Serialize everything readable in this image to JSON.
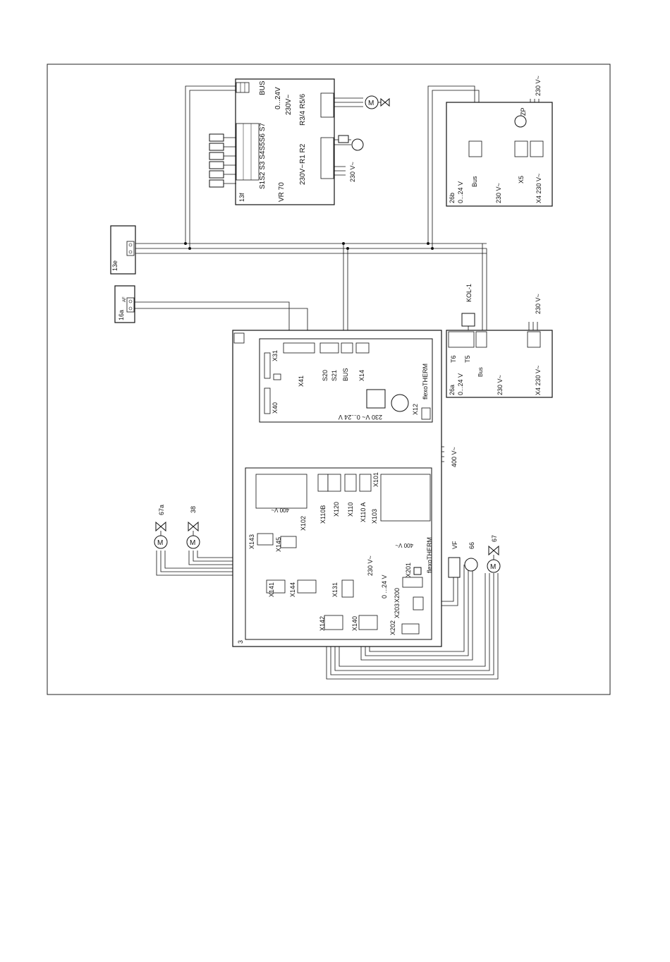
{
  "labels": {
    "vr70": {
      "id": "13f",
      "name": "VR 70",
      "bus": "BUS",
      "v024": "0...24V",
      "v230": "230V~",
      "r34_r56": "R3/4  R5/6",
      "r1_r2": "R1  R2",
      "sensors": "S1S2 S3 S4S5S6  S7",
      "v230b": "230V~",
      "ext_230": "230 V~"
    },
    "module_13e": "13e",
    "module_16a": "16a",
    "module_16a_af": "AF",
    "module_26b": {
      "id": "26b",
      "v024": "0...24 V",
      "bus": "Bus",
      "v230": "230 V~",
      "zp": "ZP",
      "x5": "X5",
      "x4": "X4  230 V~",
      "ext_230": "230 V~"
    },
    "module_26a": {
      "id": "26a",
      "v024": "0...24 V",
      "bus": "Bus",
      "t5": "T5",
      "t6": "T6",
      "v230": "230 V~",
      "x4": "X4  230 V~",
      "kol": "KOL-1",
      "ext_230": "230 V~"
    },
    "main": {
      "id": "3",
      "x31": "X31",
      "x41": "X41",
      "x40": "X40",
      "s20": "S20",
      "s21": "S21",
      "bus": "BUS",
      "x14": "X14",
      "x12": "X12",
      "flexo1": "flexoTHERM",
      "v230_024": "230 V~        0...24 V",
      "ext_400": "400 V~",
      "x102": "X102",
      "v400": "400 V~",
      "x110b": "X110B",
      "x120": "X120",
      "x110": "X110",
      "x110a": "X110 A",
      "x103": "X103",
      "x101": "X101",
      "x143": "X143",
      "x145": "X145",
      "x141": "X141",
      "x144": "X144",
      "x131": "X131",
      "v230b": "230 V~",
      "v024b": "0 ...24 V",
      "v400b": "400 V~",
      "flexo2": "flexoTHERM",
      "x200": "X200",
      "x201": "X201",
      "x203": "X203",
      "x202": "X202",
      "x142": "X142",
      "x140": "X140"
    },
    "pumps": {
      "p67a": "67a",
      "p38": "38",
      "p66": "66",
      "p67": "67",
      "vf": "VF"
    }
  }
}
